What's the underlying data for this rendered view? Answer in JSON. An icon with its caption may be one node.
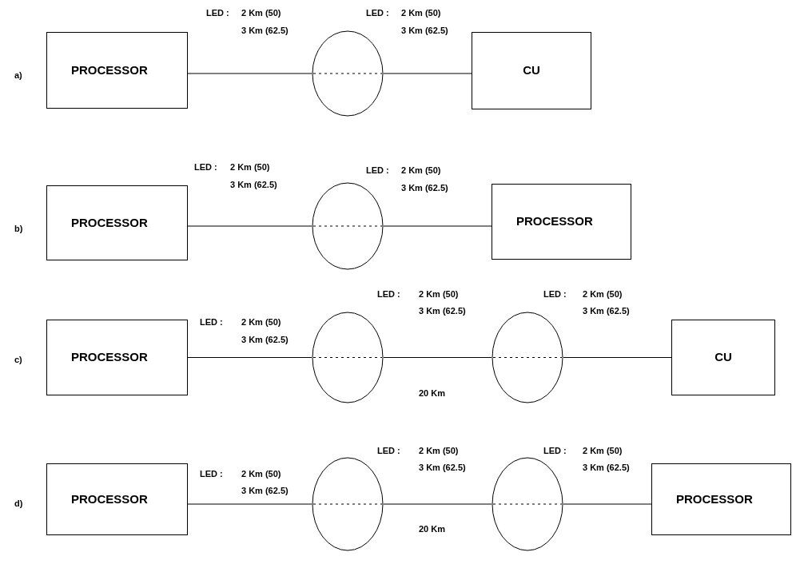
{
  "diagram": {
    "nodes": [
      {
        "text": [
          "PROCESSOR"
        ]
      },
      {
        "text": [],
        "shape": "circle"
      },
      {
        "text": [
          "CU"
        ]
      },
      {
        "text": [
          "PROCESSOR"
        ]
      },
      {
        "text": [],
        "shape": "circle"
      },
      {
        "text": [
          "PROCESSOR"
        ]
      },
      {
        "text": [
          "PROCESSOR"
        ]
      },
      {
        "text": [],
        "shape": "circle"
      },
      {
        "text": [],
        "shape": "circle"
      },
      {
        "text": [
          "CU"
        ]
      },
      {
        "text": [
          "PROCESSOR"
        ]
      },
      {
        "text": [],
        "shape": "circle"
      },
      {
        "text": [],
        "shape": "circle"
      },
      {
        "text": [
          "PROCESSOR"
        ]
      }
    ],
    "edges": [
      {
        "from": 0,
        "to": 1,
        "arrow": "none"
      },
      {
        "from": 1,
        "to": 2,
        "arrow": "none"
      },
      {
        "from": 3,
        "to": 4,
        "arrow": "none"
      },
      {
        "from": 4,
        "to": 5,
        "arrow": "none"
      },
      {
        "from": 6,
        "to": 7,
        "arrow": "none"
      },
      {
        "from": 7,
        "to": 8,
        "arrow": "none"
      },
      {
        "from": 8,
        "to": 9,
        "arrow": "none"
      },
      {
        "from": 10,
        "to": 11,
        "arrow": "none"
      },
      {
        "from": 11,
        "to": 12,
        "arrow": "none"
      },
      {
        "from": 12,
        "to": 13,
        "arrow": "none"
      }
    ],
    "labels": [
      "a)",
      "LED :",
      "2 Km (50)",
      "3 Km (62.5)",
      "LED :",
      "2 Km (50)",
      "3 Km (62.5)",
      "b)",
      "LED :",
      "2 Km (50)",
      "3 Km (62.5)",
      "LED :",
      "2 Km (50)",
      "3 Km (62.5)",
      "c)",
      "LED :",
      "2 Km (50)",
      "3 Km (62.5)",
      "LED :",
      "2 Km (50)",
      "3 Km (62.5)",
      "LED :",
      "2 Km (50)",
      "3 Km (62.5)",
      "20 Km",
      "d)",
      "LED :",
      "2 Km (50)",
      "3 Km (62.5)",
      "LED :",
      "2 Km (50)",
      "3 Km (62.5)",
      "LED :",
      "2 Km (50)",
      "3 Km (62.5)",
      "20 Km"
    ]
  }
}
